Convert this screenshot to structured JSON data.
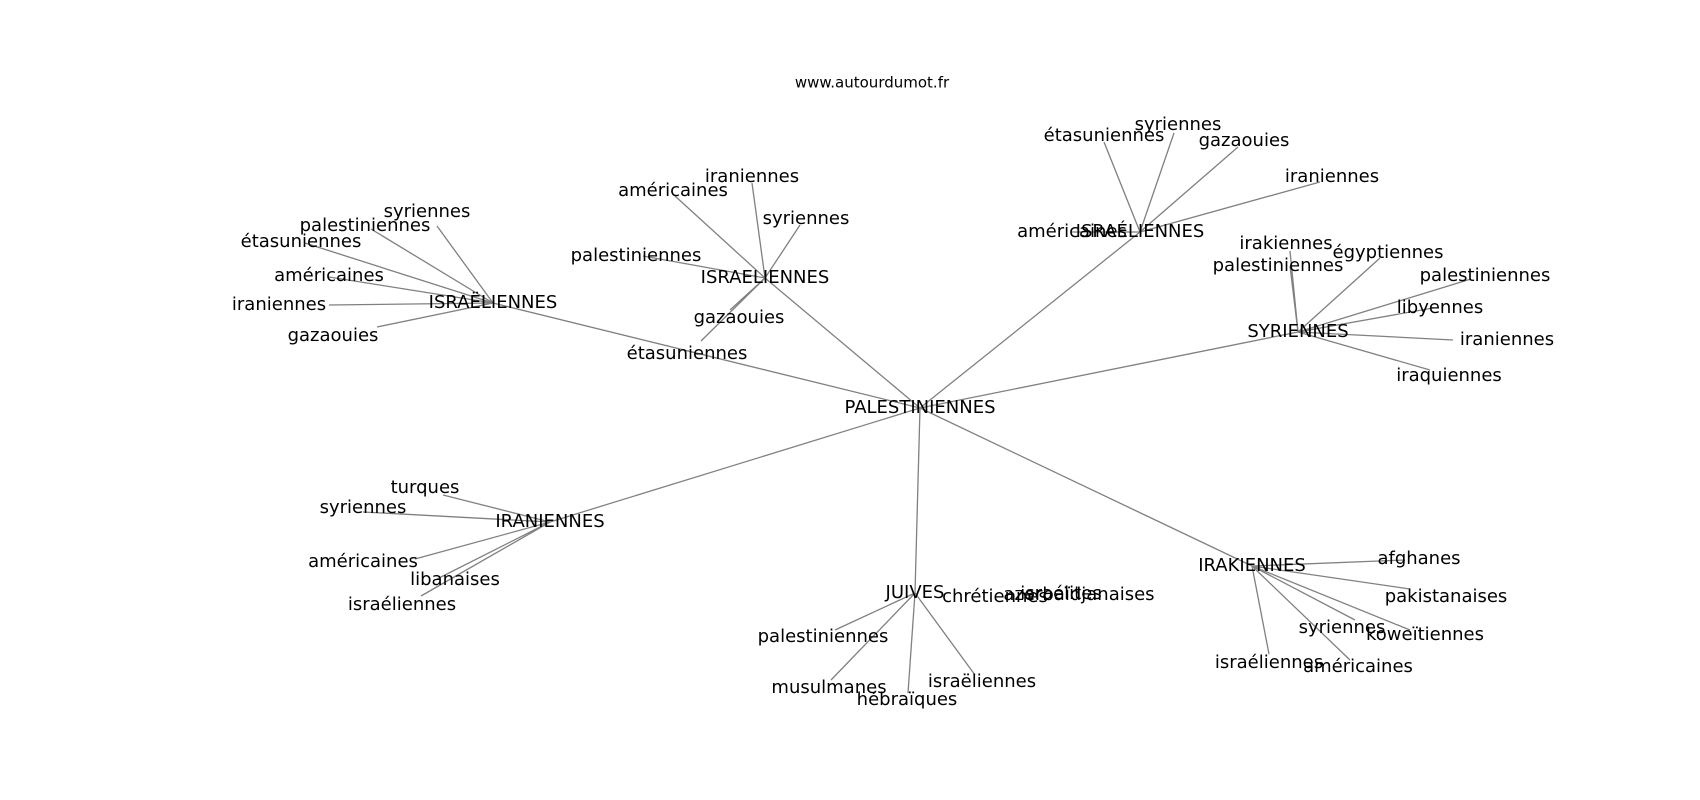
{
  "watermark": "www.autourdumot.fr",
  "colors": {
    "edge": "#808080",
    "text": "#000000",
    "background": "#ffffff"
  },
  "center": "PALESTINIENNES",
  "hubs": [
    {
      "id": "israeliennes_a",
      "label": "ISRAËLIENNES",
      "leaves": [
        "syriennes",
        "palestiniennes",
        "étasuniennes",
        "américaines",
        "iraniennes",
        "gazaouies"
      ]
    },
    {
      "id": "israeliennes_b",
      "label": "ISRAELIENNES",
      "leaves": [
        "américaines",
        "iraniennes",
        "syriennes",
        "palestiniennes",
        "gazaouies",
        "étasuniennes"
      ]
    },
    {
      "id": "israeliennes_c",
      "label": "ISRAÉLIENNES",
      "leaves": [
        "étasuniennes",
        "syriennes",
        "gazaouies",
        "iraniennes",
        "américaines"
      ]
    },
    {
      "id": "syriennes",
      "label": "SYRIENNES",
      "leaves": [
        "irakiennes",
        "palestiniennes",
        "égyptiennes",
        "palestiniennes",
        "libyennes",
        "iraniennes",
        "iraquiennes"
      ]
    },
    {
      "id": "iraniennes",
      "label": "IRANIENNES",
      "leaves": [
        "azerbaïdjanaises",
        "turques",
        "syriennes",
        "américaines",
        "libanaises",
        "israéliennes"
      ]
    },
    {
      "id": "juives",
      "label": "JUIVES",
      "leaves": [
        "israélites",
        "chrétiennes",
        "palestiniennes",
        "musulmanes",
        "hébraïques",
        "israëliennes"
      ]
    },
    {
      "id": "irakiennes",
      "label": "IRAKIENNES",
      "leaves": [
        "afghanes",
        "pakistanaises",
        "syriennes",
        "koweïtiennes",
        "israéliennes",
        "américaines"
      ]
    }
  ]
}
